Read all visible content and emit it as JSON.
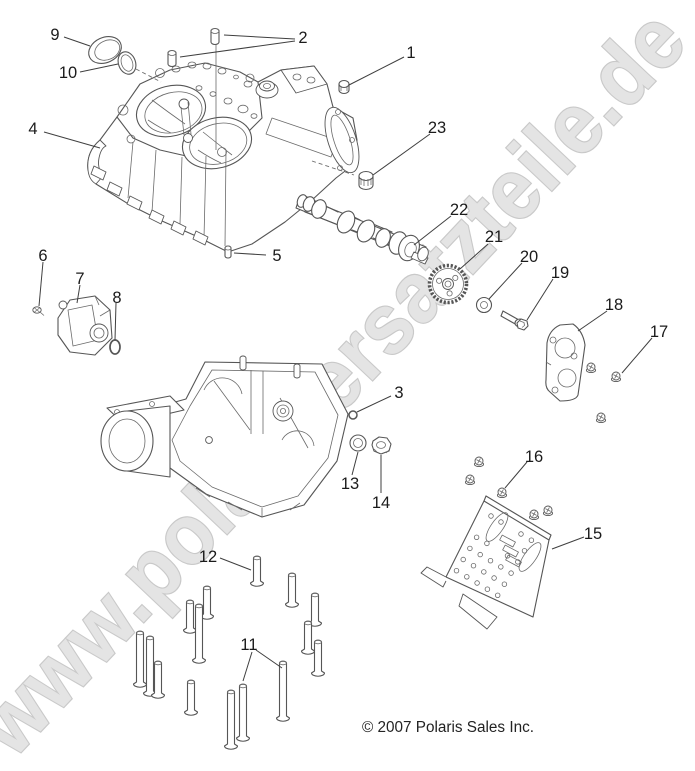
{
  "page": {
    "watermark": "www.polarisersatzteile.de",
    "copyright": "© 2007 Polaris Sales Inc."
  },
  "callouts": [
    {
      "label": "1"
    },
    {
      "label": "2"
    },
    {
      "label": "3"
    },
    {
      "label": "4"
    },
    {
      "label": "5"
    },
    {
      "label": "6"
    },
    {
      "label": "7"
    },
    {
      "label": "8"
    },
    {
      "label": "9"
    },
    {
      "label": "10"
    },
    {
      "label": "11"
    },
    {
      "label": "12"
    },
    {
      "label": "13"
    },
    {
      "label": "14"
    },
    {
      "label": "15"
    },
    {
      "label": "16"
    },
    {
      "label": "17"
    },
    {
      "label": "18"
    },
    {
      "label": "19"
    },
    {
      "label": "20"
    },
    {
      "label": "21"
    },
    {
      "label": "22"
    },
    {
      "label": "23"
    }
  ]
}
